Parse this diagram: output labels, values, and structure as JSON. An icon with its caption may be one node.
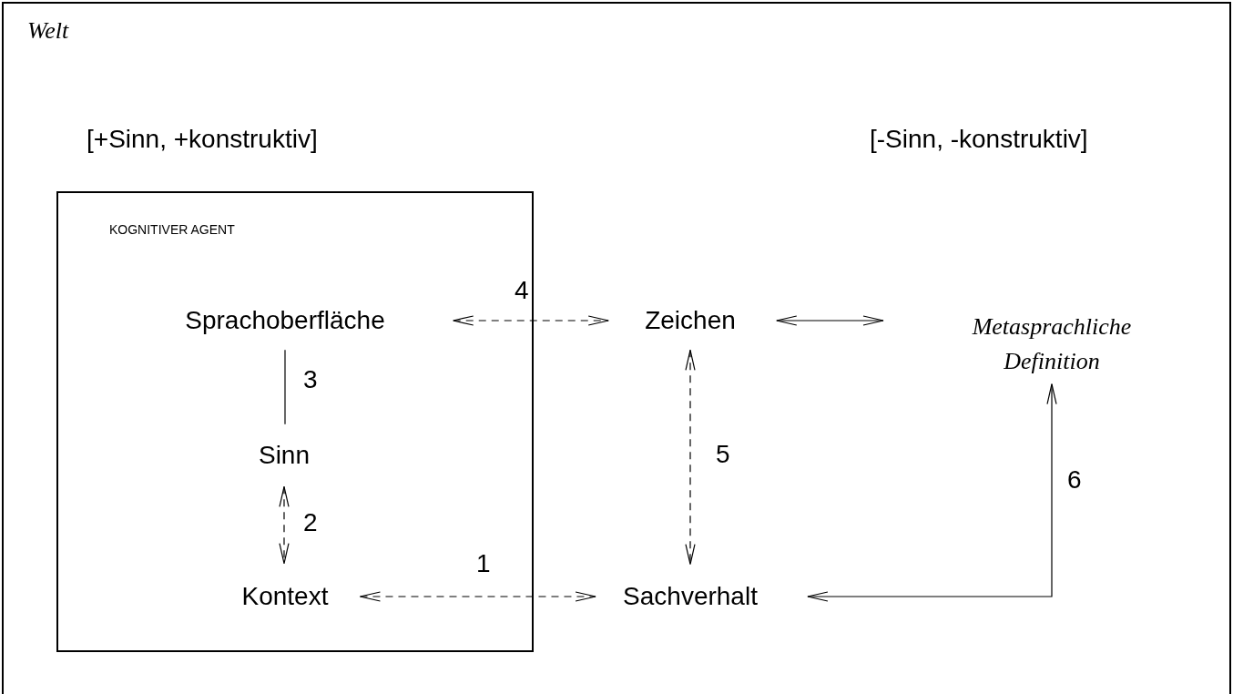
{
  "diagram": {
    "nodes": [
      {
        "text": [
          "Welt"
        ]
      },
      {
        "text": [
          "KOGNITIVER AGENT"
        ],
        "in": 0
      },
      {
        "text": [
          "Sprachoberfläche"
        ],
        "in": 1
      },
      {
        "text": [
          "Sinn"
        ],
        "in": 1
      },
      {
        "text": [
          "Kontext"
        ],
        "in": 1
      },
      {
        "text": [
          "Zeichen"
        ],
        "in": 0
      },
      {
        "text": [
          "Metasprachliche Definition"
        ],
        "in": 0
      },
      {
        "text": [
          "Sachverhalt"
        ],
        "in": 0
      }
    ],
    "edges": [
      {
        "from": 4,
        "to": 7,
        "arrow": "both",
        "label": "1",
        "style": "dashed"
      },
      {
        "from": 3,
        "to": 4,
        "arrow": "both",
        "label": "2",
        "style": "dashed"
      },
      {
        "from": 2,
        "to": 3,
        "arrow": "none",
        "label": "3"
      },
      {
        "from": 2,
        "to": 5,
        "arrow": "both",
        "label": "4",
        "style": "dashed"
      },
      {
        "from": 5,
        "to": 7,
        "arrow": "both",
        "label": "5",
        "style": "dashed"
      },
      {
        "from": 5,
        "to": 6,
        "arrow": "both"
      },
      {
        "from": 7,
        "to": 6,
        "arrow": "both",
        "label": "6"
      }
    ],
    "labels": [
      "[+Sinn, +konstruktiv]",
      "[-Sinn, -konstruktiv]"
    ]
  }
}
